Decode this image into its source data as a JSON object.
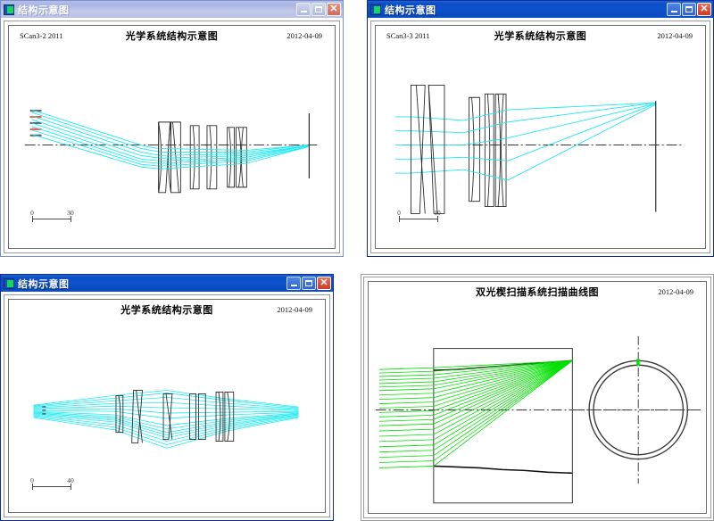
{
  "windows": [
    {
      "title": "结构示意图",
      "state": "inactive",
      "buttons": {
        "minimize": "_",
        "maximize": "□",
        "close": "✕"
      },
      "doc": {
        "id": "SCan3-2 2011",
        "title": "光学系统结构示意图",
        "date": "2012-04-09"
      },
      "scale": {
        "start": "0",
        "end": "30"
      }
    },
    {
      "title": "结构示意图",
      "state": "active",
      "buttons": {
        "minimize": "_",
        "maximize": "□",
        "close": "✕"
      },
      "doc": {
        "id": "SCan3-3 2011",
        "title": "光学系统结构示意图",
        "date": "2012-04-09"
      },
      "scale": {
        "start": "0",
        "end": "10"
      }
    },
    {
      "title": "结构示意图",
      "state": "active",
      "buttons": {
        "minimize": "_",
        "maximize": "□",
        "close": "✕"
      },
      "doc": {
        "id": "",
        "title": "光学系统结构示意图",
        "date": "2012-04-09"
      },
      "scale": {
        "start": "0",
        "end": "40"
      }
    },
    {
      "title": "",
      "state": "panel",
      "doc": {
        "id": "",
        "title": "双光楔扫描系统扫描曲线图",
        "date": "2012-04-09"
      },
      "scale": null
    }
  ],
  "colors": {
    "ray_cyan": "#1ee9f0",
    "ray_green": "#00e000",
    "outline": "#2b2b2b",
    "axis": "#3a3a3a",
    "marker_red": "#ef5a4a",
    "title_active": "#0f53cd",
    "title_inactive": "#b5bee6",
    "page_background": "#ffffff"
  },
  "icons": {
    "app": "app-window-icon",
    "minimize": "minimize-icon",
    "maximize": "maximize-icon",
    "close": "close-icon"
  }
}
